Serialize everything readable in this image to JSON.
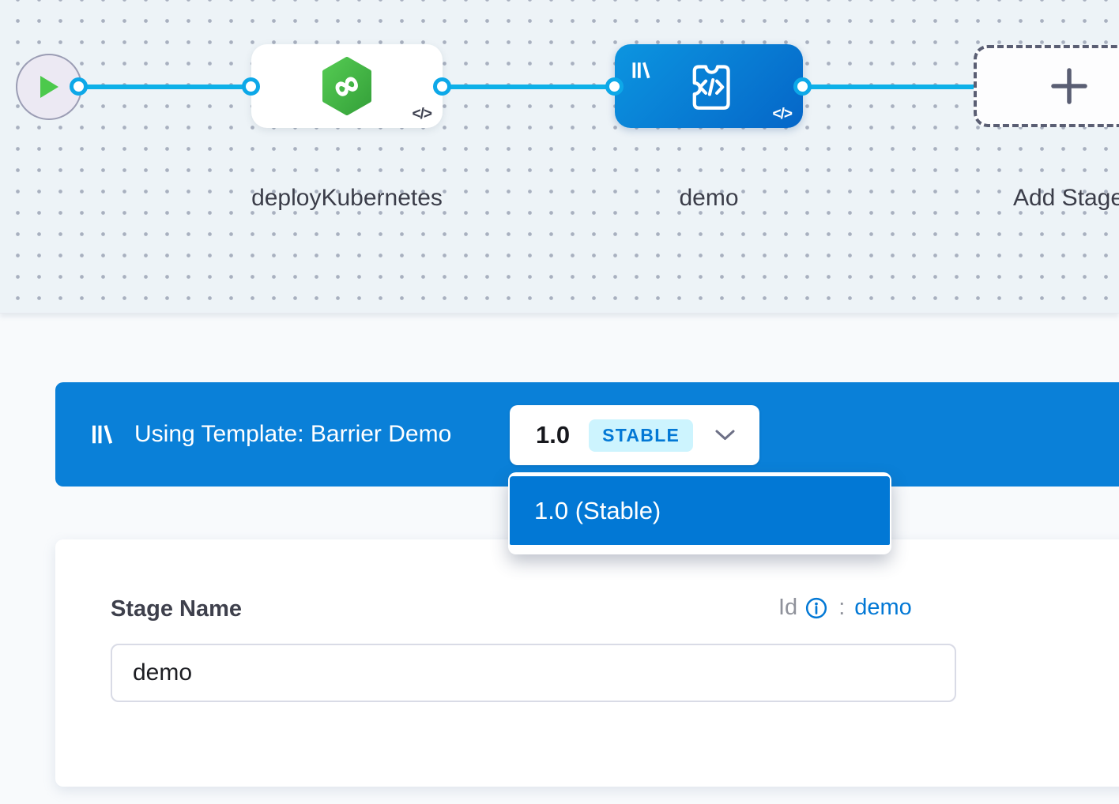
{
  "pipeline_canvas": {
    "stages": [
      {
        "label": "deployKubernetes",
        "type": "deploy-stage",
        "code_icon": "</>"
      },
      {
        "label": "demo",
        "type": "template-custom-stage",
        "code_icon": "</>"
      },
      {
        "label": "Add Stage",
        "type": "add-stage-placeholder"
      }
    ]
  },
  "template_bar": {
    "title": "Using Template: Barrier Demo",
    "version_selector": {
      "version": "1.0",
      "badge": "STABLE"
    },
    "dropdown": {
      "items": [
        "1.0 (Stable)"
      ]
    }
  },
  "stage_form": {
    "name_label": "Stage Name",
    "id_label": "Id",
    "colon": ":",
    "id_value": "demo",
    "name_value": "demo"
  },
  "colors": {
    "accent_blue": "#0278d5",
    "banner_blue": "#0a80d8",
    "connector_cyan": "#0db0e8",
    "stage_green": "#42b845",
    "badge_bg": "#cdf4fe",
    "canvas_bg": "#edf3f7"
  }
}
